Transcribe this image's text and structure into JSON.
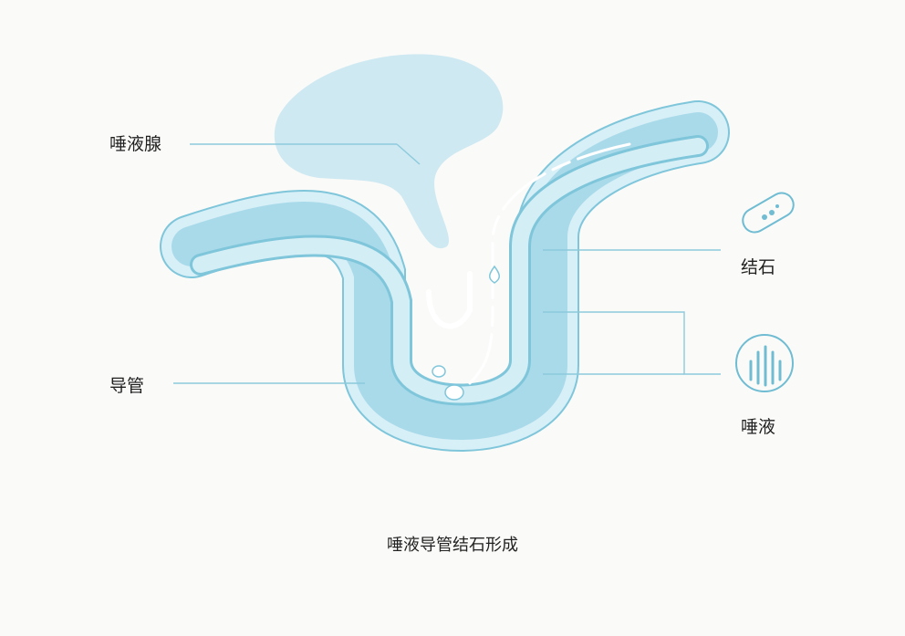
{
  "labels": {
    "gland": "唾液腺",
    "duct": "导管",
    "stone": "结石",
    "saliva": "唾液"
  },
  "caption": "唾液导管结石形成",
  "colors": {
    "background": "#fafaf8",
    "gland_fill": "#c9e7f1",
    "duct_outer": "#d7eff7",
    "duct_edge": "#7fc6db",
    "duct_inner": "#a9daea",
    "lumen": "#d4eef6",
    "leader_line": "#8ccadc",
    "icon_stroke": "#6fbcd3"
  },
  "icons": {
    "stone": "stone-capsule-icon",
    "saliva": "saliva-wave-icon"
  }
}
